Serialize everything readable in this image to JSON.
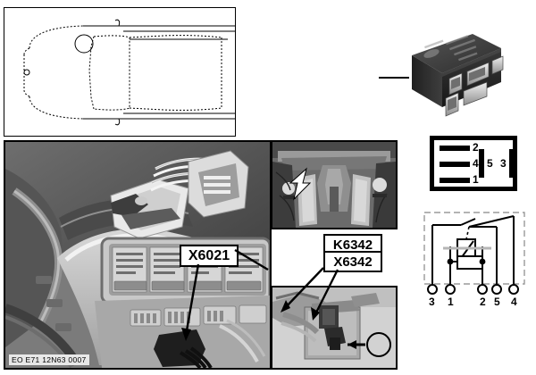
{
  "document": {
    "type": "component-location-diagram",
    "photo_caption": "EO E71 12N63 0007"
  },
  "vehicle_panel": {
    "name": "vehicle-top-view-outline",
    "description": "dotted top view of vehicle with component location marker"
  },
  "callouts": [
    {
      "id": "x6021",
      "label": "X6021"
    },
    {
      "id": "k6342",
      "label": "K6342"
    },
    {
      "id": "x6342",
      "label": "X6342"
    }
  ],
  "insets": {
    "engine_bay": {
      "name": "engine-bay-inset"
    },
    "connector": {
      "name": "connector-detail-inset"
    }
  },
  "relay_photo": {
    "name": "relay-product-photo"
  },
  "pin_layout": {
    "title": "relay-terminal-layout",
    "horizontal_pins": [
      {
        "number": "2",
        "y": 6
      },
      {
        "number": "4",
        "y": 24
      },
      {
        "number": "1",
        "y": 42
      }
    ],
    "vertical_pins": [
      {
        "number": "5",
        "x": 50
      },
      {
        "number": "3",
        "x": 78
      }
    ]
  },
  "schematic": {
    "title": "relay-internal-circuit",
    "terminals": [
      "3",
      "1",
      "2",
      "5",
      "4"
    ],
    "components": [
      "coil",
      "resistor",
      "switch-contact"
    ]
  },
  "colors": {
    "line": "#000000",
    "panel_bg": "#ffffff",
    "photo_bg": "#8d8d8d"
  }
}
